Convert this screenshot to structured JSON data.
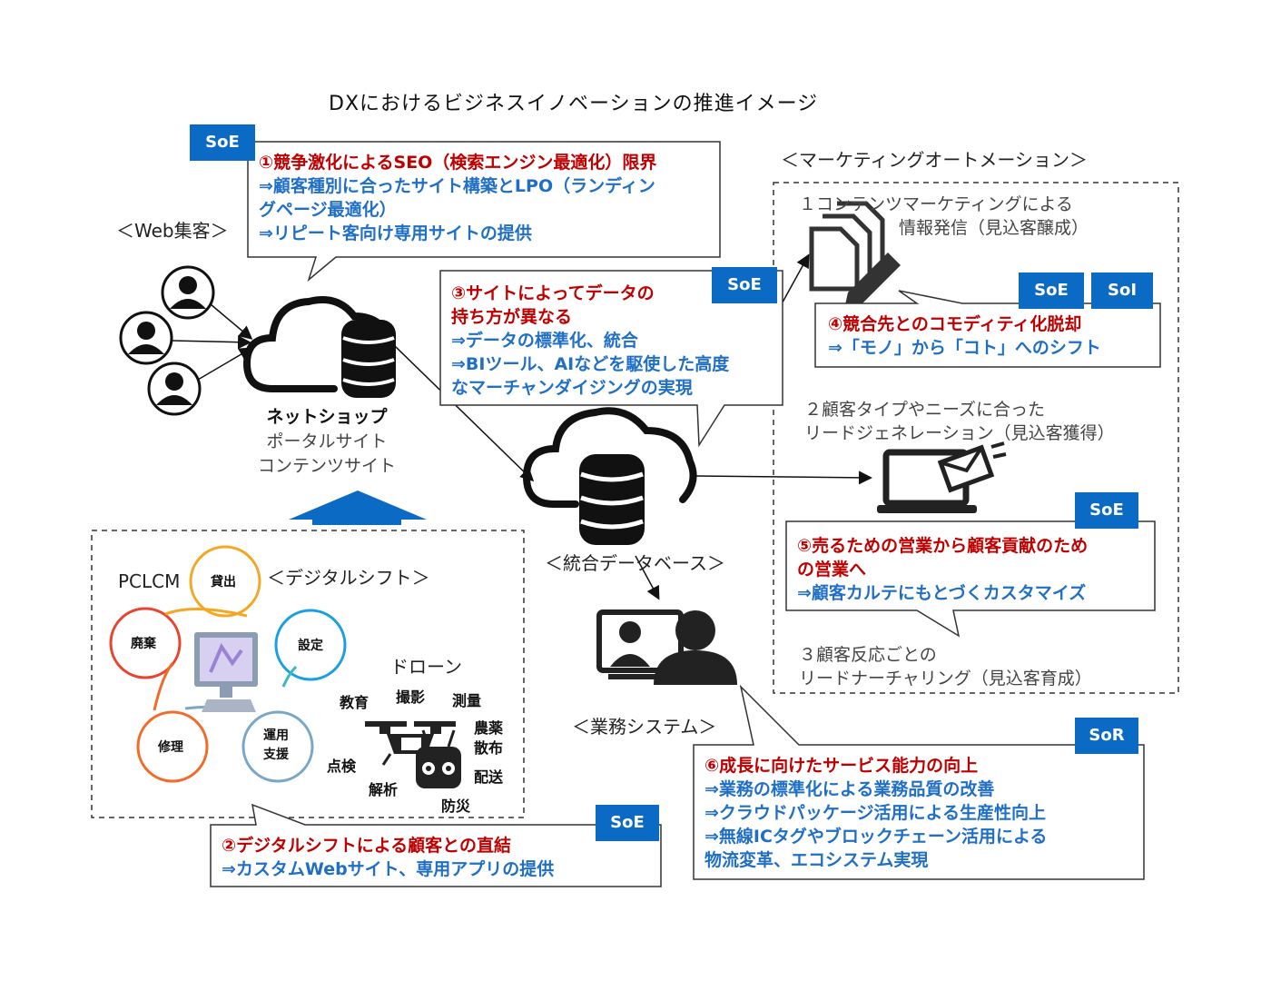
{
  "title": "DXにおけるビジネスイノベーションの推進イメージ",
  "web_heading": "＜Web集客＞",
  "marketing_heading": "＜マーケティングオートメーション＞",
  "digital_shift_heading": "＜デジタルシフト＞",
  "tags": {
    "soe": "SoE",
    "soi": "SoI",
    "sor": "SoR"
  },
  "net_shop": {
    "line1": "ネットショップ",
    "line2": "ポータルサイト",
    "line3": "コンテンツサイト"
  },
  "integrated_db": "＜統合データベース＞",
  "business_system": "＜業務システム＞",
  "callout1": {
    "title": "①競争激化によるSEO（検索エンジン最適化）限界",
    "line2": "⇒顧客種別に合ったサイト構築とLPO（ランディン",
    "line3": "グページ最適化）",
    "line4": "⇒リピート客向け専用サイトの提供"
  },
  "callout2": {
    "title": "②デジタルシフトによる顧客との直結",
    "line2": "⇒カスタムWebサイト、専用アプリの提供"
  },
  "callout3": {
    "title1": "③サイトによってデータの",
    "title2": "持ち方が異なる",
    "line3": "⇒データの標準化、統合",
    "line4": "⇒BIツール、AIなどを駆使した高度",
    "line5": "なマーチャンダイジングの実現"
  },
  "callout4": {
    "title": "④競合先とのコモディティ化脱却",
    "line2": "⇒「モノ」から「コト」へのシフト"
  },
  "callout5": {
    "title1": "⑤売るための営業から顧客貢献のため",
    "title2": "の営業へ",
    "line3": "⇒顧客カルテにもとづくカスタマイズ"
  },
  "callout6": {
    "title": "⑥成長に向けたサービス能力の向上",
    "line2": "⇒業務の標準化による業務品質の改善",
    "line3": "⇒クラウドパッケージ活用による生産性向上",
    "line4": "⇒無線ICタグやブロックチェーン活用による",
    "line5": "物流変革、エコシステム実現"
  },
  "ma_steps": {
    "s1a": "１コンテンツマーケティングによる",
    "s1b": "情報発信（見込客醸成）",
    "s2a": "２顧客タイプやニーズに合った",
    "s2b": "リードジェネレーション（見込客獲得）",
    "s3a": "３顧客反応ごとの",
    "s3b": "リードナーチャリング（見込客育成）"
  },
  "pclcm": {
    "label": "PCLCM",
    "stages": {
      "lend": "貸出",
      "setup": "設定",
      "ops1": "運用",
      "ops2": "支援",
      "repair": "修理",
      "dispose": "廃棄"
    }
  },
  "drone": {
    "label": "ドローン",
    "uses": {
      "edu": "教育",
      "photo": "撮影",
      "survey": "測量",
      "agri1": "農薬",
      "agri2": "散布",
      "inspect": "点検",
      "analyze": "解析",
      "deliver": "配送",
      "disaster": "防災"
    }
  },
  "icons": [
    "user-icon",
    "cloud-database-icon",
    "document-edit-icon",
    "laptop-mail-icon",
    "video-meeting-icon",
    "drone-icon",
    "controller-icon",
    "pc-icon"
  ],
  "colors": {
    "red": "#c00000",
    "blue": "#1f6fc7",
    "tag": "#0b6bc4",
    "arrow": "#0b6bc4",
    "pclcm": [
      "#f5a623",
      "#1aa0e0",
      "#39b7c6",
      "#7aa7c7",
      "#f26b2a",
      "#e8452c"
    ]
  }
}
